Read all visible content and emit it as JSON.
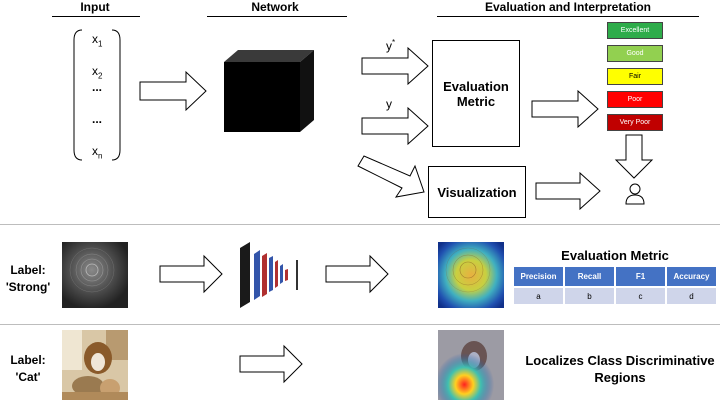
{
  "headers": {
    "input": "Input",
    "network": "Network",
    "evaluation": "Evaluation and Interpretation"
  },
  "input_vector": {
    "x1": "x",
    "x1_sub": "1",
    "x2": "x",
    "x2_sub": "2",
    "dots1": "...",
    "dots2": "...",
    "xn": "x",
    "xn_sub": "n"
  },
  "outputs": {
    "y_star": "y",
    "y_star_sup": "*",
    "y": "y"
  },
  "evaluation_box": {
    "line1": "Evaluation",
    "line2": "Metric"
  },
  "visualization_box": {
    "label": "Visualization"
  },
  "rating_scale": [
    {
      "label": "Excellent",
      "color": "#2eac4a",
      "text_color": "#ffffff"
    },
    {
      "label": "Good",
      "color": "#92d050",
      "text_color": "#ffffff"
    },
    {
      "label": "Fair",
      "color": "#ffff00",
      "text_color": "#000000"
    },
    {
      "label": "Poor",
      "color": "#ff0000",
      "text_color": "#ffffff"
    },
    {
      "label": "Very Poor",
      "color": "#c00000",
      "text_color": "#ffffff"
    }
  ],
  "row_strong": {
    "label_line1": "Label:",
    "label_line2": "'Strong'",
    "metric_title": "Evaluation Metric",
    "table_headers": [
      "Precision",
      "Recall",
      "F1",
      "Accuracy"
    ],
    "table_values": [
      "a",
      "b",
      "c",
      "d"
    ]
  },
  "row_cat": {
    "label_line1": "Label:",
    "label_line2": "'Cat'",
    "caption_line1": "Localizes Class Discriminative",
    "caption_line2": "Regions"
  },
  "colors": {
    "table_header": "#4472c4",
    "table_cell": "#cfd5ea"
  }
}
